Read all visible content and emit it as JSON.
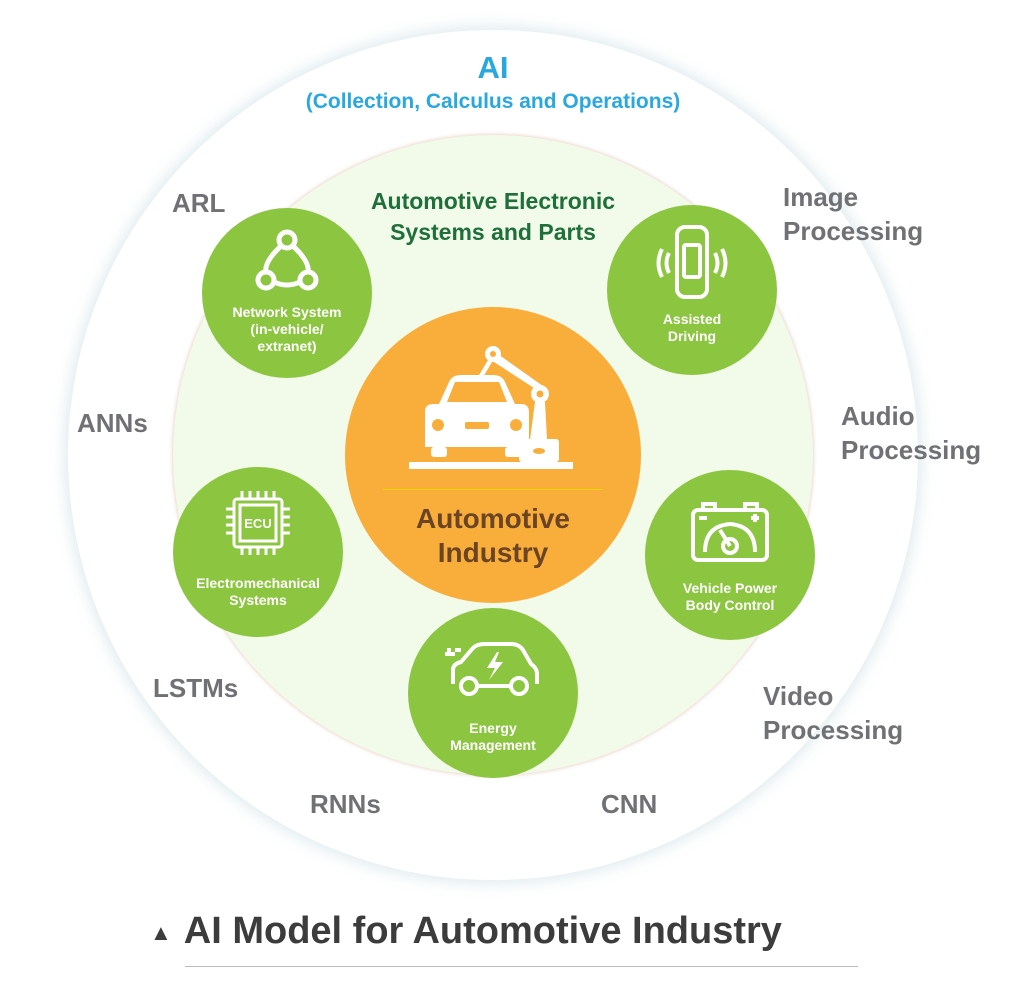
{
  "outer_ring": {
    "title": "AI",
    "subtitle": "(Collection, Calculus and Operations)",
    "labels": [
      "ARL",
      "ANNs",
      "LSTMs",
      "RNNs",
      "CNN",
      "Image Processing",
      "Audio Processing",
      "Video Processing"
    ]
  },
  "inner_ring": {
    "title_line1": "Automotive Electronic",
    "title_line2": "Systems and Parts"
  },
  "core": {
    "line1": "Automotive",
    "line2": "Industry"
  },
  "nodes": [
    {
      "label1": "Network System",
      "label2": "(in-vehicle/",
      "label3": "extranet)",
      "icon": "network-icon"
    },
    {
      "label1": "Assisted",
      "label2": "Driving",
      "icon": "car-sensor-icon"
    },
    {
      "label1": "Electromechanical",
      "label2": "Systems",
      "icon": "ecu-chip-icon",
      "icon_text": "ECU"
    },
    {
      "label1": "Vehicle Power",
      "label2": "Body Control",
      "icon": "battery-gauge-icon"
    },
    {
      "label1": "Energy",
      "label2": "Management",
      "icon": "electric-car-icon"
    }
  ],
  "caption": {
    "marker": "▲",
    "text": "AI Model for Automotive Industry"
  },
  "colors": {
    "ai_blue": "#29a8e0",
    "node_green": "#8cc540",
    "core_orange": "#f9ae3c",
    "inner_title_green": "#1f6f3a",
    "core_text": "#6b4423",
    "gray_text": "#707174"
  }
}
